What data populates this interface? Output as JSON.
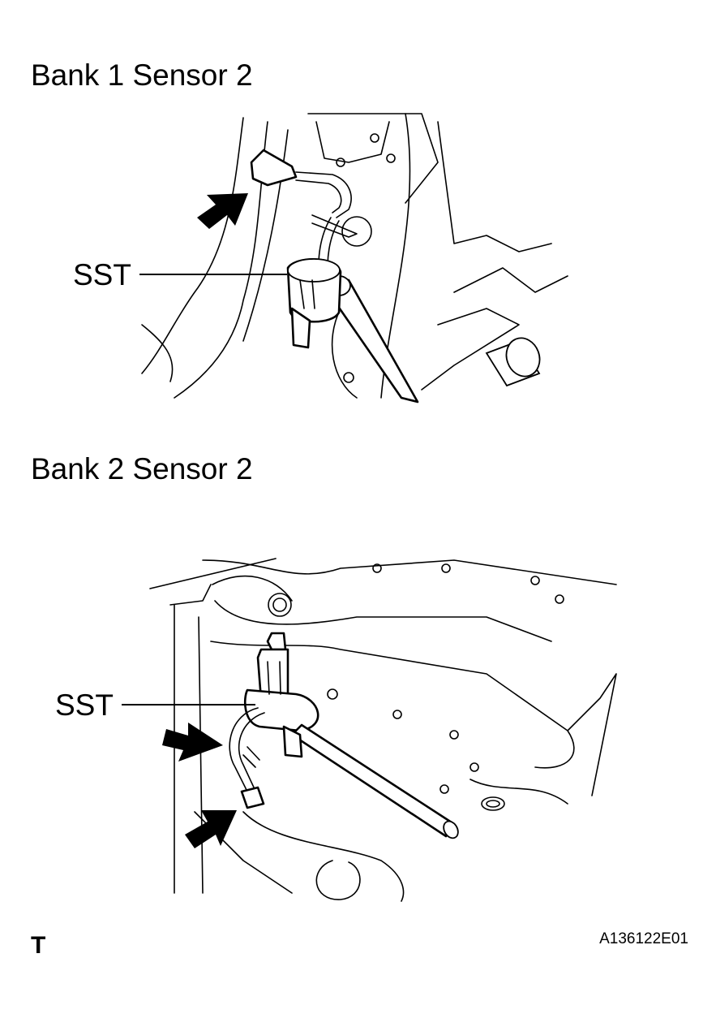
{
  "panels": [
    {
      "title": "Bank 1 Sensor 2",
      "callout": "SST"
    },
    {
      "title": "Bank 2 Sensor 2",
      "callout": "SST"
    }
  ],
  "footer": {
    "corner_mark": "T",
    "figure_id": "A136122E01"
  },
  "icons": {
    "pointer": "arrow-icon"
  }
}
